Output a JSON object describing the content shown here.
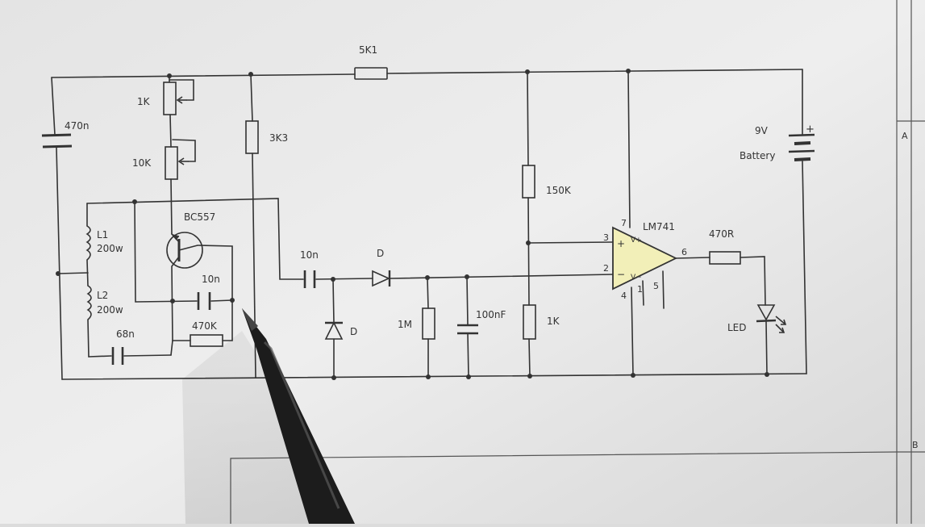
{
  "colors": {
    "paper": "#ececec",
    "ink": "#333333",
    "opamp_fill": "#f2efb8",
    "pen_body": "#1c1c1c"
  },
  "components": {
    "r_5k1": "5K1",
    "c_470n": "470n",
    "r_1k_pot": "1K",
    "r_10k_pot": "10K",
    "r_3k3": "3K3",
    "q_bc557": "BC557",
    "l1_name": "L1",
    "l1_value": "200w",
    "l2_name": "L2",
    "l2_value": "200w",
    "c_10n_base": "10n",
    "r_470k": "470K",
    "c_68n": "68n",
    "c_10n_input": "10n",
    "d_series": "D",
    "d_shunt": "D",
    "r_1m": "1M",
    "c_100nf": "100nF",
    "r_150k": "150K",
    "r_1k_bottom": "1K",
    "u_lm741": "LM741",
    "r_470r": "470R",
    "led": "LED",
    "battery_voltage": "9V",
    "battery_label": "Battery",
    "battery_plus": "+"
  },
  "opamp_pins": {
    "pin3": "3",
    "pin2": "2",
    "pin6": "6",
    "pin7": "7",
    "pin4": "4",
    "pin1": "1",
    "pin5": "5",
    "plus_sign": "+",
    "minus_sign": "−",
    "vplus": "V+",
    "vminus": "V−"
  },
  "frame": {
    "zone_a": "A",
    "zone_b": "B"
  }
}
